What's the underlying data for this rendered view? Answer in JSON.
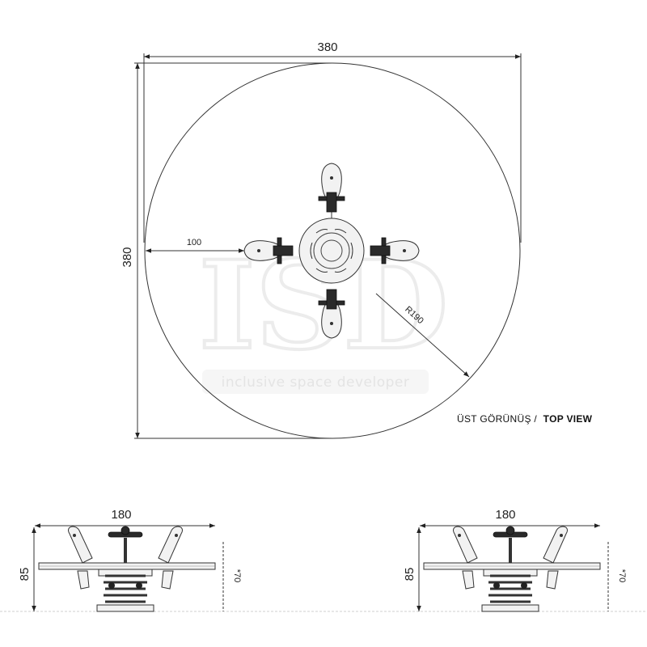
{
  "top_view": {
    "width_dim": "380",
    "height_dim": "380",
    "offset_dim": "100",
    "radius_dim": "R190",
    "label_tr": "ÜST GÖRÜNÜŞ /",
    "label_en": "TOP VIEW"
  },
  "side_views": [
    {
      "width_dim": "180",
      "height_dim": "85",
      "seat_dim": "70"
    },
    {
      "width_dim": "180",
      "height_dim": "85",
      "seat_dim": "70"
    }
  ],
  "watermark": {
    "logo": "ISD",
    "tagline": "inclusive space developer"
  },
  "colors": {
    "line": "#333333",
    "watermark": "#e6e6e6",
    "background": "#ffffff"
  }
}
